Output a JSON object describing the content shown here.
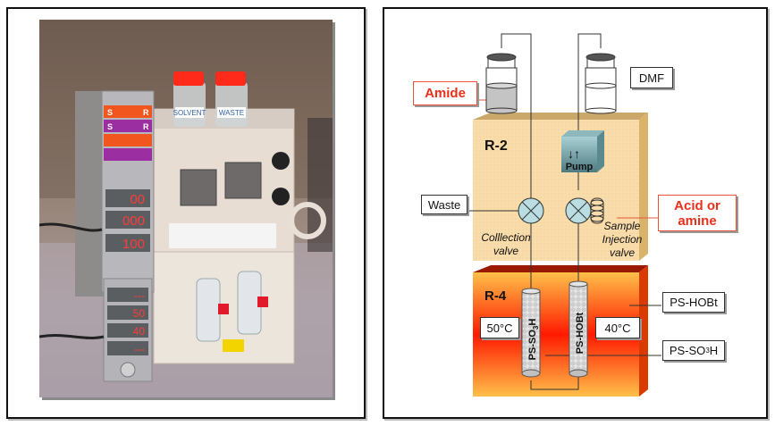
{
  "photo": {
    "description": "Flow chemistry apparatus photograph",
    "bottle_labels": [
      "SOLVENT",
      "WASTE"
    ],
    "panel_button_letters": [
      [
        "S",
        "R"
      ],
      [
        "S",
        "R"
      ]
    ],
    "upper_displays": [
      "00",
      "000",
      "100"
    ],
    "lower_displays": [
      "---",
      "50",
      "40",
      "---"
    ]
  },
  "diagram": {
    "reservoirs": {
      "amide_label": "Amide",
      "dmf_label": "DMF"
    },
    "module_r2": {
      "title": "R-2",
      "pump_label": "Pump",
      "pump_arrows": "↓↑",
      "collection_valve_label": "Colllection valve",
      "sample_valve_label": "Sample Injection valve",
      "waste_label": "Waste",
      "acid_amine_label": "Acid or amine"
    },
    "module_r4": {
      "title": "R-4",
      "column_left_label": "PS-SO3H",
      "column_right_label": "PS-HOBt",
      "temp_left": "50°C",
      "temp_right": "40°C",
      "callout_hobt": "PS-HOBt",
      "callout_so3h_prefix": "PS-SO",
      "callout_so3h_sub": "3",
      "callout_so3h_suffix": "H"
    },
    "colors": {
      "accent_red": "#e8301a",
      "r2_fill": "#f8dcaa",
      "r4_fill_outer": "#ffc04a",
      "r4_fill_center": "#ff1a00",
      "valve_fill": "#b9dde0",
      "pump_fill": "#6f9aa0"
    }
  }
}
